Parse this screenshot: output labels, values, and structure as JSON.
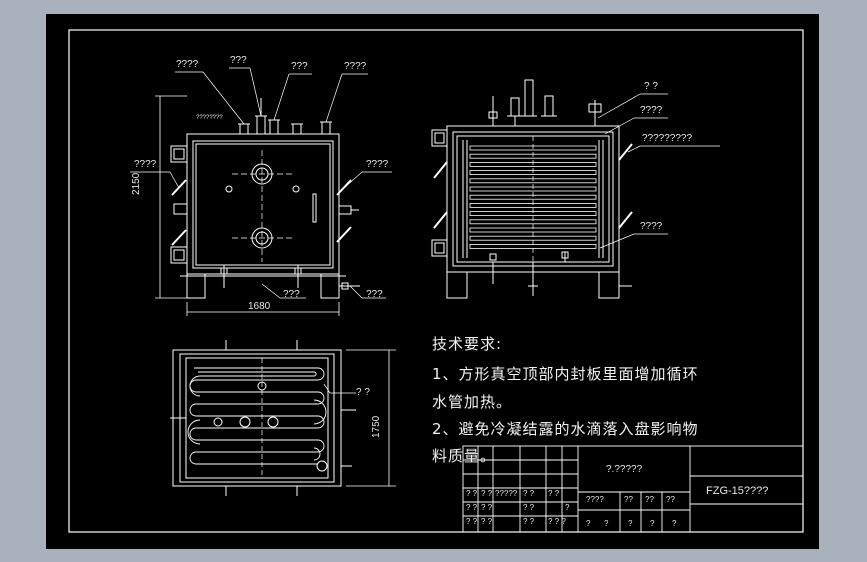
{
  "colors": {
    "viewport": "#a9b1bd",
    "canvas": "#000000",
    "lines": "#ffffff",
    "text": "#e8e8e8"
  },
  "front_view": {
    "callouts": [
      "????",
      "???",
      "???",
      "????",
      "????",
      "????",
      "???",
      "???"
    ],
    "nameplate": "????????",
    "dim_height": "2150",
    "dim_width": "1680"
  },
  "section_view": {
    "callouts": [
      "? ?",
      "????",
      "?????????",
      "????"
    ]
  },
  "top_view": {
    "callouts": [
      "? ?"
    ],
    "dim_depth": "1750"
  },
  "technical_requirements": {
    "heading": "技术要求:",
    "line1": "1、方形真空顶部内封板里面增加循环",
    "line2": "水管加热。",
    "line3": "2、避免冷凝结露的水滴落入盘影响物",
    "line4": "料质量。"
  },
  "title_block": {
    "drawing_name": "?.?????",
    "drawing_code": "FZG-15????",
    "cells": [
      "? ?",
      "? ?",
      "?????",
      "? ?",
      "? ?",
      "? ?",
      "? ?",
      "? ?",
      "? ?",
      "? ?",
      "? ? ?",
      "?",
      "? ?",
      "????",
      "??",
      "??",
      "??",
      "?",
      "?",
      "?",
      "?",
      "?"
    ]
  }
}
